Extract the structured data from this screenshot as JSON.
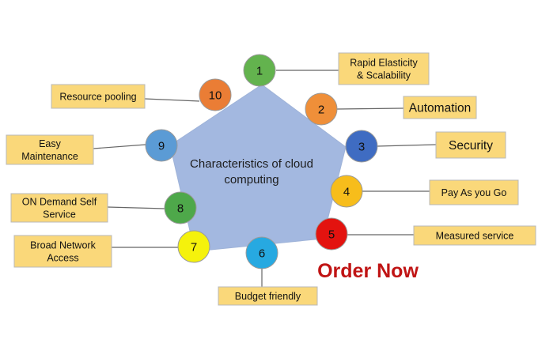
{
  "center": {
    "title_line1": "Characteristics of cloud",
    "title_line2": "computing",
    "fill": "#a3b8e0"
  },
  "nodes": [
    {
      "number": "1",
      "color": "#63b34e",
      "label_lines": [
        "Rapid Elasticity",
        "& Scalability"
      ],
      "size": "normal"
    },
    {
      "number": "2",
      "color": "#ef8f39",
      "label_lines": [
        "Automation"
      ],
      "size": "large"
    },
    {
      "number": "3",
      "color": "#3f6cc2",
      "label_lines": [
        "Security"
      ],
      "size": "large"
    },
    {
      "number": "4",
      "color": "#f7bd1b",
      "label_lines": [
        "Pay As you Go"
      ],
      "size": "normal"
    },
    {
      "number": "5",
      "color": "#e3130f",
      "label_lines": [
        "Measured service"
      ],
      "size": "normal"
    },
    {
      "number": "6",
      "color": "#27a9e1",
      "label_lines": [
        "Budget friendly"
      ],
      "size": "normal"
    },
    {
      "number": "7",
      "color": "#f5f20c",
      "label_lines": [
        "Broad Network",
        "Access"
      ],
      "size": "normal"
    },
    {
      "number": "8",
      "color": "#4ea84a",
      "label_lines": [
        "ON Demand Self",
        "Service"
      ],
      "size": "normal"
    },
    {
      "number": "9",
      "color": "#5b9bd5",
      "label_lines": [
        "Easy",
        "Maintenance"
      ],
      "size": "normal"
    },
    {
      "number": "10",
      "color": "#ea7d35",
      "label_lines": [
        "Resource pooling"
      ],
      "size": "normal"
    }
  ],
  "cta": {
    "text": "Order Now",
    "color": "#c01414"
  }
}
